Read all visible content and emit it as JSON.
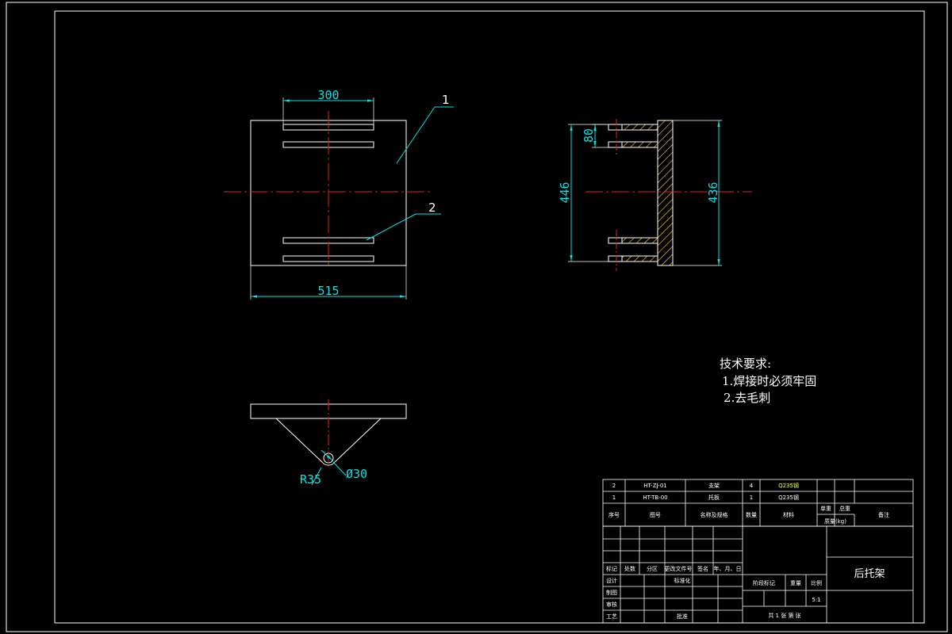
{
  "dimensions": {
    "top_width": "300",
    "total_width": "515",
    "side_spacing": "80",
    "side_height_left": "446",
    "side_height_right": "436",
    "radius": "R35",
    "hole_diameter": "Ø30"
  },
  "leaders": {
    "part1": "1",
    "part2": "2"
  },
  "technical_requirements": {
    "title": "技术要求:",
    "items": [
      "1.焊接时必须牢固",
      "2.去毛刺"
    ]
  },
  "bom": {
    "rows": [
      {
        "seq": "2",
        "code": "HT-ZJ-01",
        "name": "支架",
        "qty": "4",
        "material": "Q235钢"
      },
      {
        "seq": "1",
        "code": "HT-TB-00",
        "name": "托板",
        "qty": "1",
        "material": "Q235钢"
      }
    ],
    "header": {
      "seq": "序号",
      "code": "图号",
      "name": "名称及规格",
      "qty": "数量",
      "material": "材料",
      "unit_weight": "单重",
      "total_weight": "总重",
      "mass": "质量(kg)",
      "remark": "备注"
    }
  },
  "title_block": {
    "drawing_name": "后托架",
    "scale": "5:1",
    "revision_headers": [
      "标记",
      "处数",
      "分区",
      "更改文件号",
      "签名",
      "年、月、日"
    ],
    "roles": [
      "设计",
      "制图",
      "审核",
      "工艺"
    ],
    "standardization": "标准化",
    "approval": "批准",
    "stage_mark": "阶段标记",
    "weight": "重量",
    "ratio": "比例",
    "sheet_info": "共 1 张  第    张"
  }
}
